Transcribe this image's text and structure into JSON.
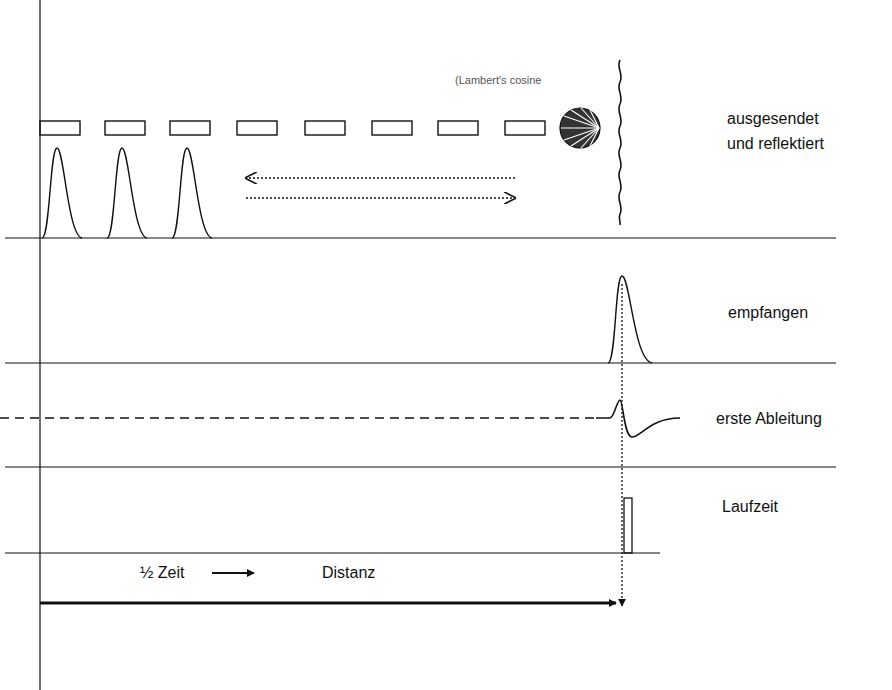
{
  "diagram": {
    "labels": [
      "(Lambert's cosine",
      "ausgesendet und reflektiert",
      "empfangen",
      "erste Ableitung",
      "Laufzeit",
      "½ Zeit",
      "Distanz"
    ]
  }
}
